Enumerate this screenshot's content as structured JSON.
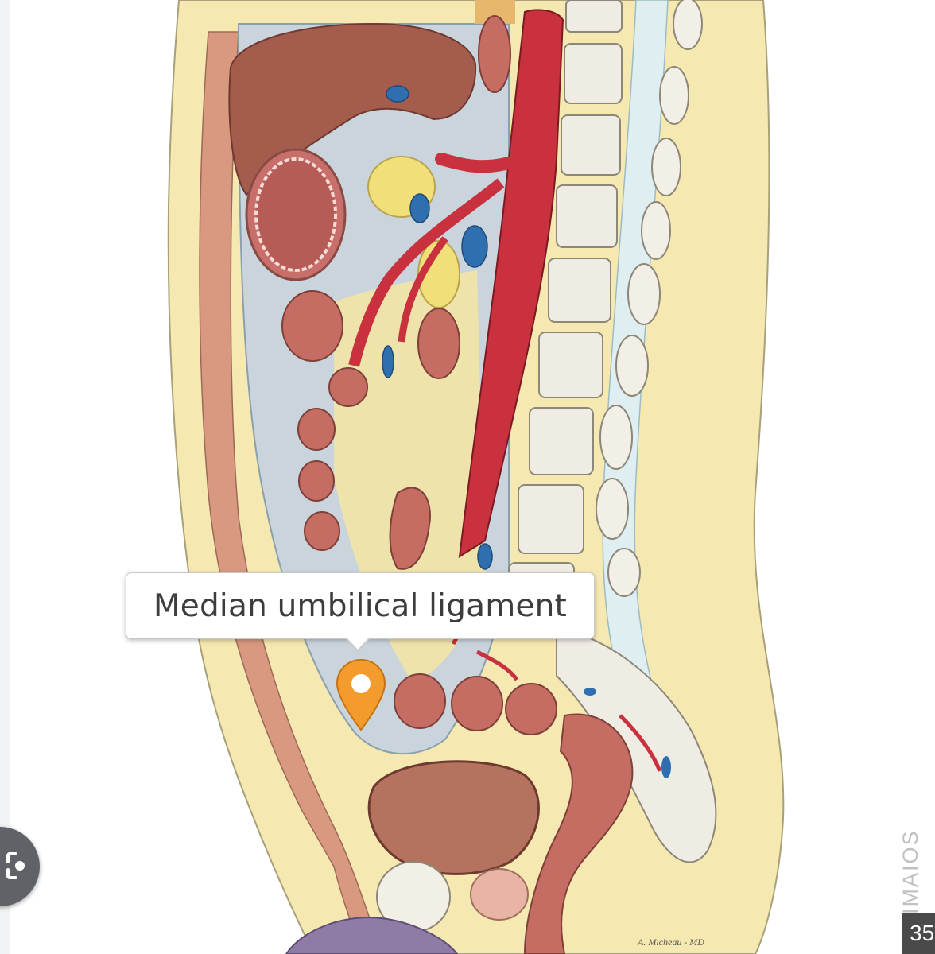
{
  "tooltip": {
    "label": "Median umbilical ligament"
  },
  "watermark": {
    "text": "IMAIOS"
  },
  "page_indicator": {
    "text": "35"
  },
  "signature": {
    "text": "A. Micheau - MD"
  },
  "colors": {
    "skin": "#f5e8b0",
    "fat": "#f3e4a6",
    "muscle": "#d99880",
    "peritoneum": "#c9d4dc",
    "liver": "#a45c4c",
    "aorta": "#c8313d",
    "vein": "#2f6fb0",
    "vertebra": "#efece4",
    "bowel": "#c97168",
    "bladder": "#b5735f",
    "pin": "#f39c2d",
    "uterus": "#8e7ba6"
  },
  "icons": {
    "pin": "map-pin-icon",
    "lens": "google-lens-icon"
  }
}
